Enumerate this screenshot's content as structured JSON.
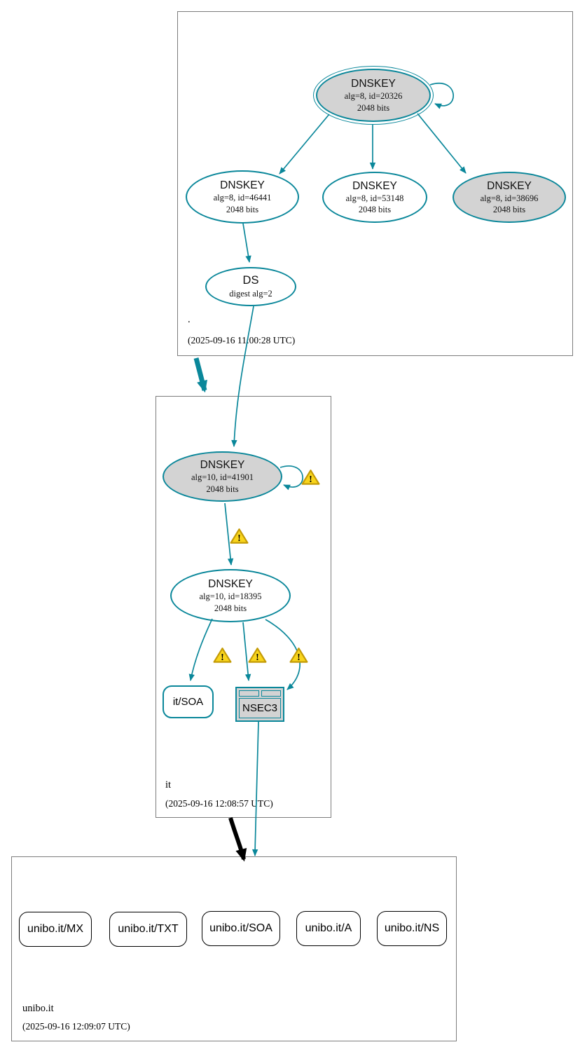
{
  "colors": {
    "teal": "#0a879a",
    "node_fill": "#d3d3d3",
    "warning_fill": "#f9d51c",
    "warning_border": "#c49b06",
    "cluster_border": "#7c7c7c",
    "delegation_insecure": "#000000"
  },
  "root_zone": {
    "zone_label": ".",
    "timestamp": "(2025-09-16 11:00:28 UTC)",
    "ksk": {
      "title": "DNSKEY",
      "detail": "alg=8, id=20326",
      "bits": "2048 bits"
    },
    "zsk_46441": {
      "title": "DNSKEY",
      "detail": "alg=8, id=46441",
      "bits": "2048 bits"
    },
    "zsk_53148": {
      "title": "DNSKEY",
      "detail": "alg=8, id=53148",
      "bits": "2048 bits"
    },
    "zsk_38696": {
      "title": "DNSKEY",
      "detail": "alg=8, id=38696",
      "bits": "2048 bits"
    },
    "ds": {
      "title": "DS",
      "detail": "digest alg=2"
    }
  },
  "it_zone": {
    "zone_label": "it",
    "timestamp": "(2025-09-16 12:08:57 UTC)",
    "ksk": {
      "title": "DNSKEY",
      "detail": "alg=10, id=41901",
      "bits": "2048 bits"
    },
    "zsk": {
      "title": "DNSKEY",
      "detail": "alg=10, id=18395",
      "bits": "2048 bits"
    },
    "soa_label": "it/SOA",
    "nsec3_label": "NSEC3"
  },
  "unibo_zone": {
    "zone_label": "unibo.it",
    "timestamp": "(2025-09-16 12:09:07 UTC)",
    "rrsets": [
      "unibo.it/MX",
      "unibo.it/TXT",
      "unibo.it/SOA",
      "unibo.it/A",
      "unibo.it/NS"
    ]
  },
  "warning_glyph": "!"
}
